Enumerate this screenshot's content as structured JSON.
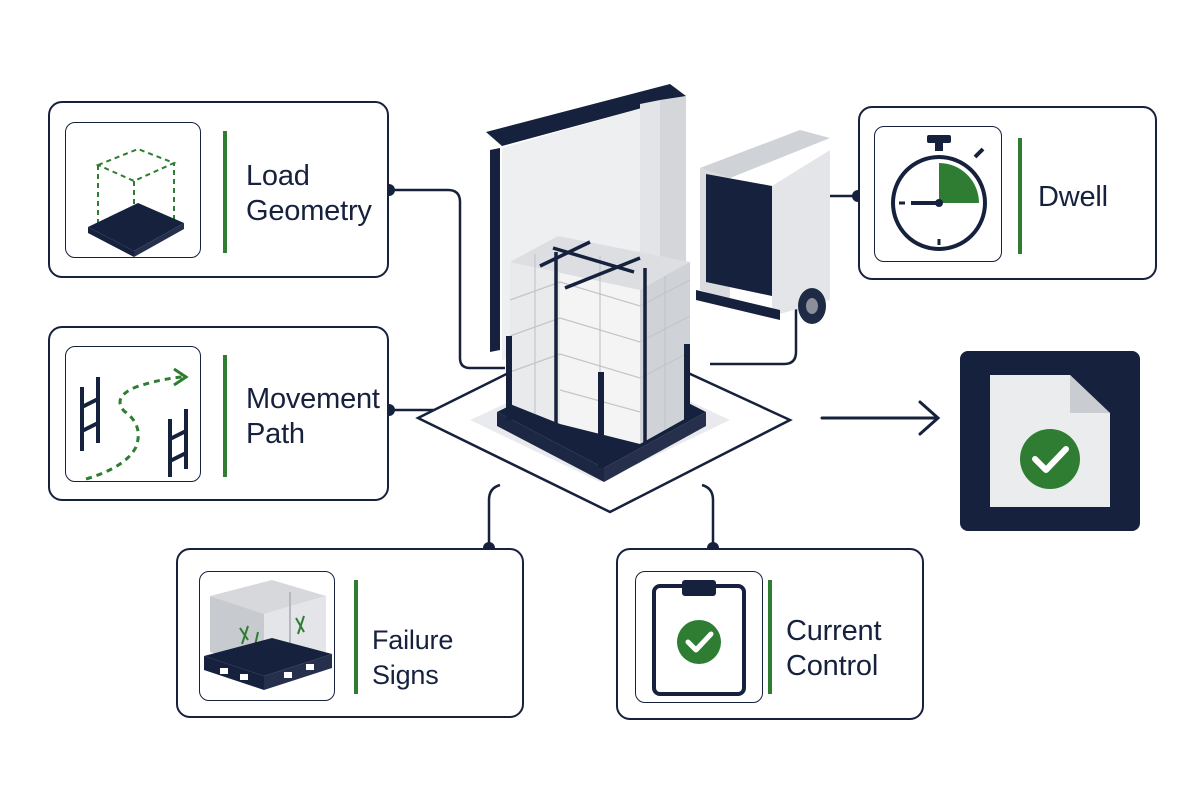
{
  "cards": {
    "load_geometry": {
      "line1": "Load",
      "line2": "Geometry",
      "icon": "pallet-dashed-box-icon"
    },
    "movement_path": {
      "line1": "Movement",
      "line2": "Path",
      "icon": "rack-path-icon"
    },
    "failure_signs": {
      "line1": "Failure Signs",
      "icon": "damaged-pallet-icon"
    },
    "current_control": {
      "line1": "Current",
      "line2": "Control",
      "icon": "clipboard-check-icon"
    },
    "dwell": {
      "line1": "Dwell",
      "icon": "stopwatch-icon"
    }
  },
  "center": {
    "icon": "wrapped-pallet-icon",
    "dock_icon": "loading-dock-icon",
    "truck_icon": "truck-icon"
  },
  "output": {
    "icon": "approved-document-icon",
    "arrow_icon": "arrow-right-icon"
  },
  "colors": {
    "navy": "#16213d",
    "green": "#2e7d32",
    "light_gray": "#e6e7ea"
  }
}
